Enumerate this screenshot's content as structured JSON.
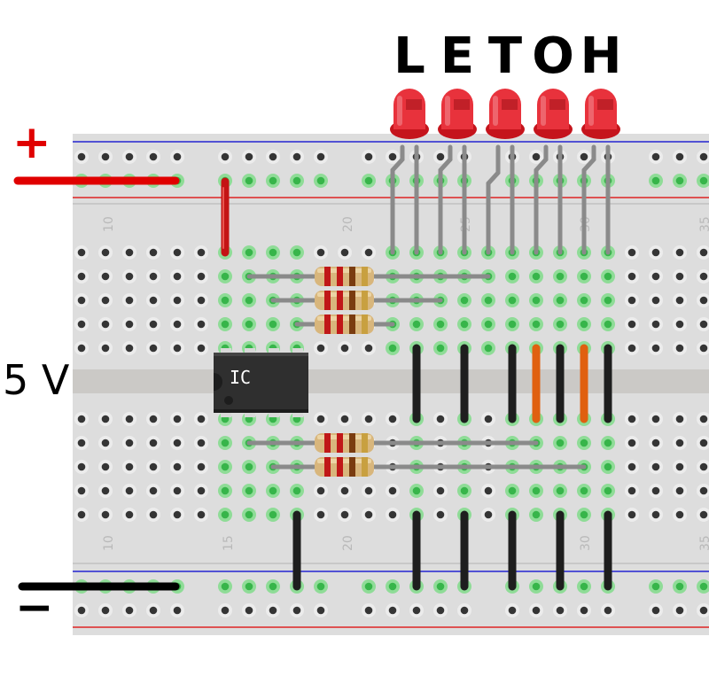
{
  "title_letters": [
    "L",
    "E",
    "T",
    "O",
    "H"
  ],
  "supply_label": "5 V",
  "plus_sign": "+",
  "minus_sign": "−",
  "ic_label": "IC",
  "column_numbers": [
    "10",
    "15",
    "20",
    "25",
    "30",
    "35"
  ],
  "colors": {
    "board": "#dddddd",
    "channel": "#cbc9c6",
    "hole": "#353535",
    "hole_ring": "#ececec",
    "hole_active": "#37b54a",
    "positive_rail": "#e00000",
    "negative_rail_line": "#0000d0",
    "red_wire": "#c41414",
    "black_wire": "#1e1e1e",
    "orange_wire": "#e06010",
    "led_red": "#e8323c",
    "resistor_body": "#d8b67c",
    "ic_body": "#2f2f2f",
    "lead_gray": "#8a8a8a"
  },
  "icons": [
    "led-icon",
    "resistor-icon",
    "ic-chip-icon",
    "jumper-wire-icon"
  ]
}
